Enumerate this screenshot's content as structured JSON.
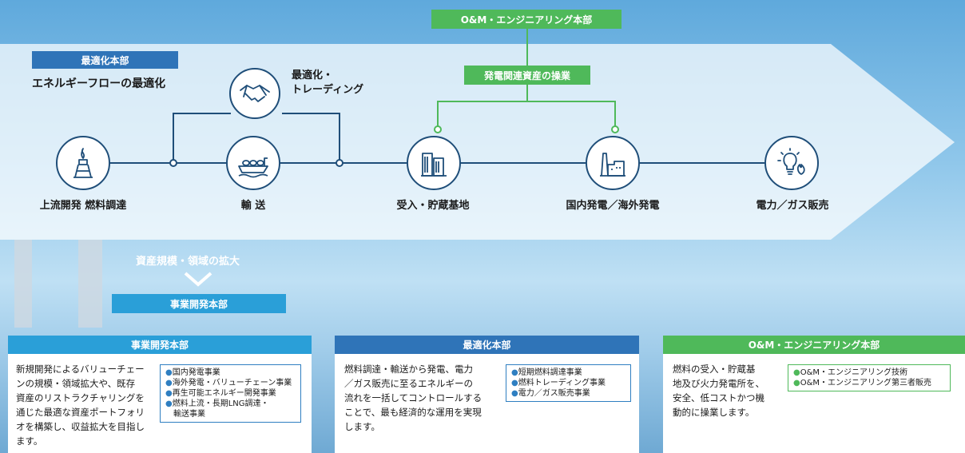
{
  "header": {
    "om_label": "O&M・エンジニアリング本部",
    "optimization_label": "最適化本部",
    "optimization_subtitle": "エネルギーフローの最適化",
    "asset_ops_label": "発電関連資産の操業"
  },
  "flow": {
    "trading_label": "最適化・\nトレーディング",
    "trading_line1": "最適化・",
    "trading_line2": "トレーディング",
    "nodes": [
      {
        "label": "上流開発 燃料調達",
        "icon": "upstream-gas-plant-icon"
      },
      {
        "label": "輸 送",
        "icon": "lng-ship-icon"
      },
      {
        "label": "受入・貯蔵基地",
        "icon": "storage-terminal-icon"
      },
      {
        "label": "国内発電／海外発電",
        "icon": "power-plant-icon"
      },
      {
        "label": "電力／ガス販売",
        "icon": "bulb-flame-icon"
      }
    ]
  },
  "expansion": {
    "text": "資産規模・領域の拡大",
    "business_dev_label": "事業開発本部"
  },
  "panels": [
    {
      "title": "事業開発本部",
      "color": "#2a9fd8",
      "desc_lines": [
        "新規開発によるバリューチェー",
        "ンの規模・領域拡大や、既存",
        "資産のリストラクチャリングを",
        "通じた最適な資産ポートフォリ",
        "オを構築し、収益拡大を目指し",
        "ます。"
      ],
      "items": [
        "国内発電事業",
        "海外発電・バリューチェーン事業",
        "再生可能エネルギー開発事業",
        "燃料上流・長期LNG調達・",
        "輸送事業"
      ]
    },
    {
      "title": "最適化本部",
      "color": "#2f74b8",
      "desc_lines": [
        "燃料調達・輸送から発電、電力",
        "／ガス販売に至るエネルギーの",
        "流れを一括してコントロールする",
        "ことで、最も経済的な運用を実現",
        "します。"
      ],
      "items": [
        "短期燃料調達事業",
        "燃料トレーディング事業",
        "電力／ガス販売事業"
      ]
    },
    {
      "title": "O&M・エンジニアリング本部",
      "color": "#4fb95a",
      "desc_lines": [
        "燃料の受入・貯蔵基",
        "地及び火力発電所を、",
        "安全、低コストかつ機",
        "動的に操業します。"
      ],
      "items": [
        "O&M・エンジニアリング技術",
        "O&M・エンジニアリング第三者販売"
      ]
    }
  ],
  "colors": {
    "green": "#4fb95a",
    "blue_dark": "#2f74b8",
    "blue_light": "#2a9fd8",
    "line": "#1f4e79"
  }
}
